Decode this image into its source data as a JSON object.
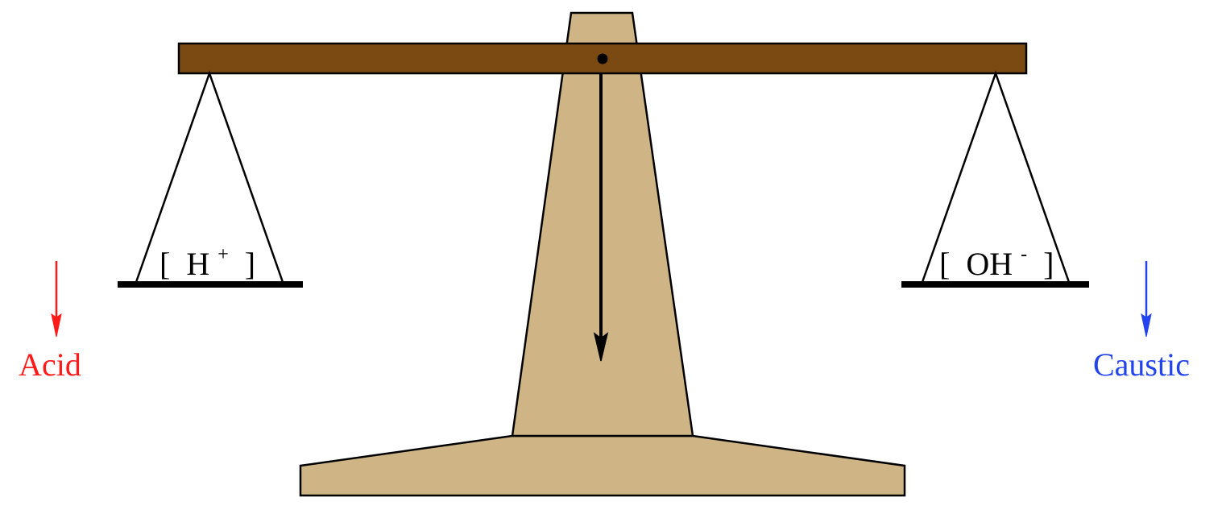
{
  "left_pan": {
    "open_bracket": "[",
    "ion_base": "H",
    "ion_charge": "+",
    "close_bracket": "]"
  },
  "right_pan": {
    "open_bracket": "[",
    "ion_base": "OH",
    "ion_charge": "-",
    "close_bracket": "]"
  },
  "labels": {
    "left": "Acid",
    "right": "Caustic"
  },
  "colors": {
    "beam": "#7b4a12",
    "stand": "#cfb585",
    "outline": "#000000",
    "acid": "#ff1a1a",
    "caustic": "#2244ee"
  },
  "icons": {
    "left_arrow": "arrow-down-icon",
    "right_arrow": "arrow-down-icon",
    "pointer": "arrow-down-icon"
  }
}
